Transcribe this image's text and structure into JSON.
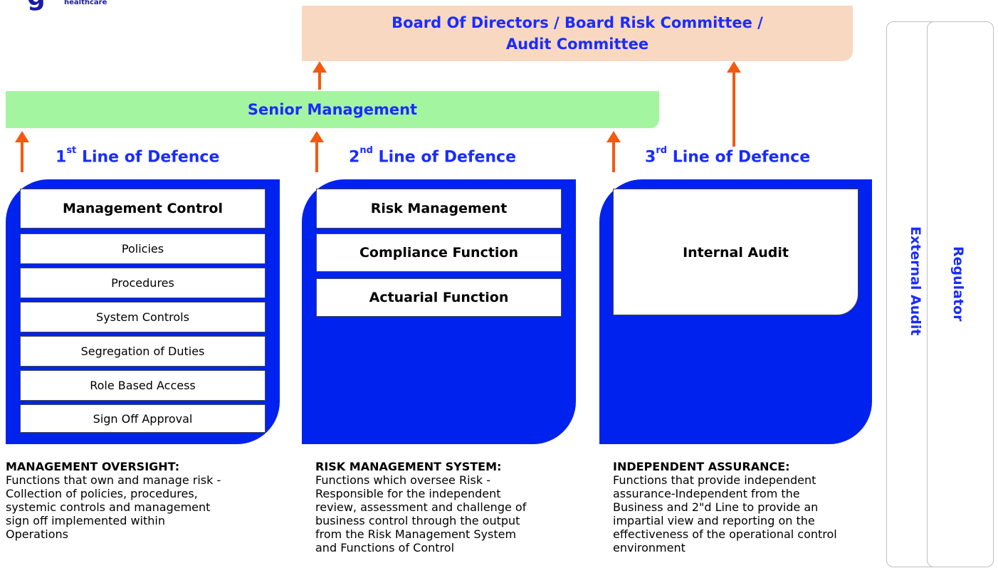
{
  "logo": {
    "mark": "g",
    "text": "healthcare"
  },
  "board": {
    "line1": "Board Of Directors / Board Risk Committee /",
    "line2": "Audit Committee"
  },
  "senior": {
    "label": "Senior Management"
  },
  "lines": [
    {
      "num": "1",
      "suffix": "st",
      "title": "Line of Defence",
      "header_box": "Management Control",
      "items": [
        "Policies",
        "Procedures",
        "System Controls",
        "Segregation of Duties",
        "Role Based Access",
        "Sign Off Approval"
      ],
      "desc_head": "MANAGEMENT OVERSIGHT:",
      "desc_lines": [
        "Functions that own and manage risk -",
        "Collection of policies, procedures,",
        "systemic controls and management",
        "sign off implemented within",
        "Operations"
      ]
    },
    {
      "num": "2",
      "suffix": "nd",
      "title": "Line of Defence",
      "items": [
        "Risk Management",
        "Compliance Function",
        "Actuarial Function"
      ],
      "desc_head": "RISK MANAGEMENT SYSTEM:",
      "desc_lines": [
        "Functions which oversee Risk -",
        "Responsible for the independent",
        "review, assessment and challenge of",
        "business control through the output",
        "from the Risk Management System",
        "and Functions of Control"
      ]
    },
    {
      "num": "3",
      "suffix": "rd",
      "title": "Line of Defence",
      "header_box": "Internal Audit",
      "desc_head": "INDEPENDENT ASSURANCE:",
      "desc_lines": [
        "Functions that provide independent",
        "assurance-Independent from the",
        "Business and 2\"d Line to provide an",
        "impartial view and reporting on the",
        "effectiveness of the operational control",
        "environment"
      ]
    }
  ],
  "side": {
    "external_audit": "External Audit",
    "regulator": "Regulator"
  },
  "colors": {
    "accent_blue": "#0022ee",
    "text_blue": "#1a2cff",
    "arrow": "#f25a10",
    "board_bg": "#f8d8c0",
    "senior_bg": "#a3f5a0"
  }
}
